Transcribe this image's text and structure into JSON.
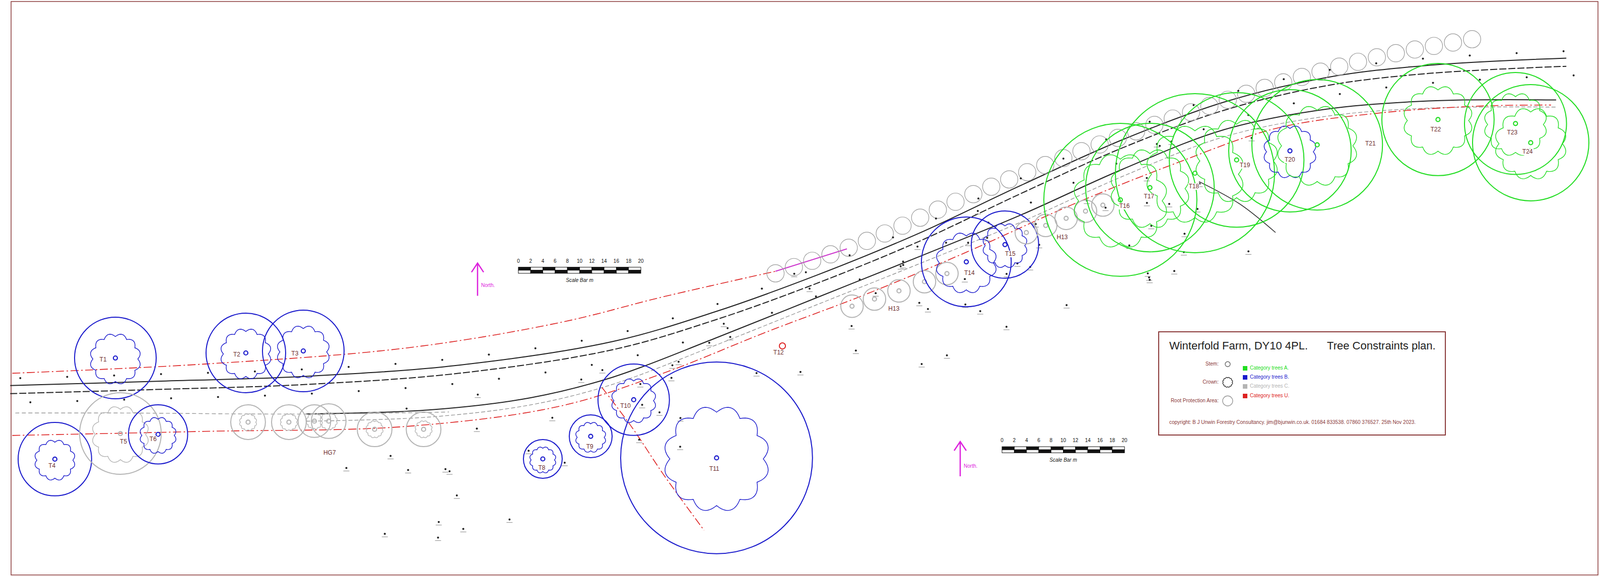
{
  "diagram": {
    "nodes": [
      {
        "text": [
          "Winterfold Farm, DY10 4PL.",
          "Tree Constraints plan.",
          "copyright: B J Unwin Forestry Consultancy. jim@bjunwin.co.uk. 01684 833538. 07860 376527. 25th Nov 2023."
        ]
      },
      {
        "text": [
          "T1"
        ]
      },
      {
        "text": [
          "T2"
        ]
      },
      {
        "text": [
          "T3"
        ]
      },
      {
        "text": [
          "T4"
        ]
      },
      {
        "text": [
          "T5"
        ]
      },
      {
        "text": [
          "T6"
        ]
      },
      {
        "text": [
          "HG7"
        ]
      },
      {
        "text": [
          "T8"
        ]
      },
      {
        "text": [
          "T9"
        ]
      },
      {
        "text": [
          "T10"
        ]
      },
      {
        "text": [
          "T11"
        ]
      },
      {
        "text": [
          "T12"
        ]
      },
      {
        "text": [
          "H13"
        ]
      },
      {
        "text": [
          "T14"
        ]
      },
      {
        "text": [
          "T15"
        ]
      },
      {
        "text": [
          "H13"
        ]
      },
      {
        "text": [
          "T16"
        ]
      },
      {
        "text": [
          "T17"
        ]
      },
      {
        "text": [
          "T18"
        ]
      },
      {
        "text": [
          "T19"
        ]
      },
      {
        "text": [
          "T20"
        ]
      },
      {
        "text": [
          "T21"
        ]
      },
      {
        "text": [
          "T22"
        ]
      },
      {
        "text": [
          "T23"
        ]
      },
      {
        "text": [
          "T24"
        ]
      }
    ],
    "labels": [
      "North.",
      "0",
      "2",
      "4",
      "6",
      "8",
      "10",
      "12",
      "14",
      "16",
      "18",
      "20",
      "Scale Bar m",
      "North.",
      "0",
      "2",
      "4",
      "6",
      "8",
      "10",
      "12",
      "14",
      "16",
      "18",
      "20",
      "Scale Bar m"
    ],
    "legend": [
      {
        "text": "Stem:"
      },
      {
        "text": "Crown:"
      },
      {
        "text": "Root Protection Area:"
      },
      {
        "text": "Category trees A.",
        "color": "#22dd22"
      },
      {
        "text": "Category trees B.",
        "color": "#1a1acc"
      },
      {
        "text": "Category trees C.",
        "color": "#b4b4b4"
      },
      {
        "text": "Category trees U.",
        "color": "#dd2222"
      }
    ]
  }
}
